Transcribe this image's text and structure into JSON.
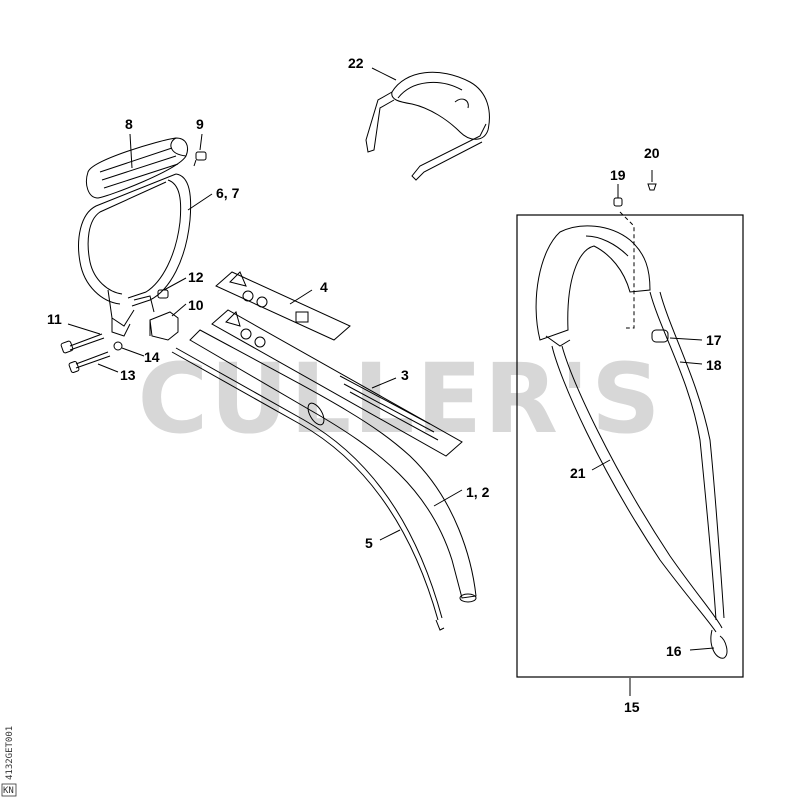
{
  "watermark": "CULLER'S",
  "side_code": "4132GET001",
  "side_badge": "KN",
  "callouts": [
    {
      "text": "22"
    },
    {
      "text": "8"
    },
    {
      "text": "9"
    },
    {
      "text": "6, 7"
    },
    {
      "text": "12"
    },
    {
      "text": "10"
    },
    {
      "text": "4"
    },
    {
      "text": "11"
    },
    {
      "text": "14"
    },
    {
      "text": "13"
    },
    {
      "text": "3"
    },
    {
      "text": "1, 2"
    },
    {
      "text": "5"
    },
    {
      "text": "19"
    },
    {
      "text": "20"
    },
    {
      "text": "17"
    },
    {
      "text": "18"
    },
    {
      "text": "21"
    },
    {
      "text": "16"
    },
    {
      "text": "15"
    }
  ],
  "colors": {
    "line": "#000000",
    "watermark": "#d7d7d7",
    "background": "#ffffff"
  }
}
